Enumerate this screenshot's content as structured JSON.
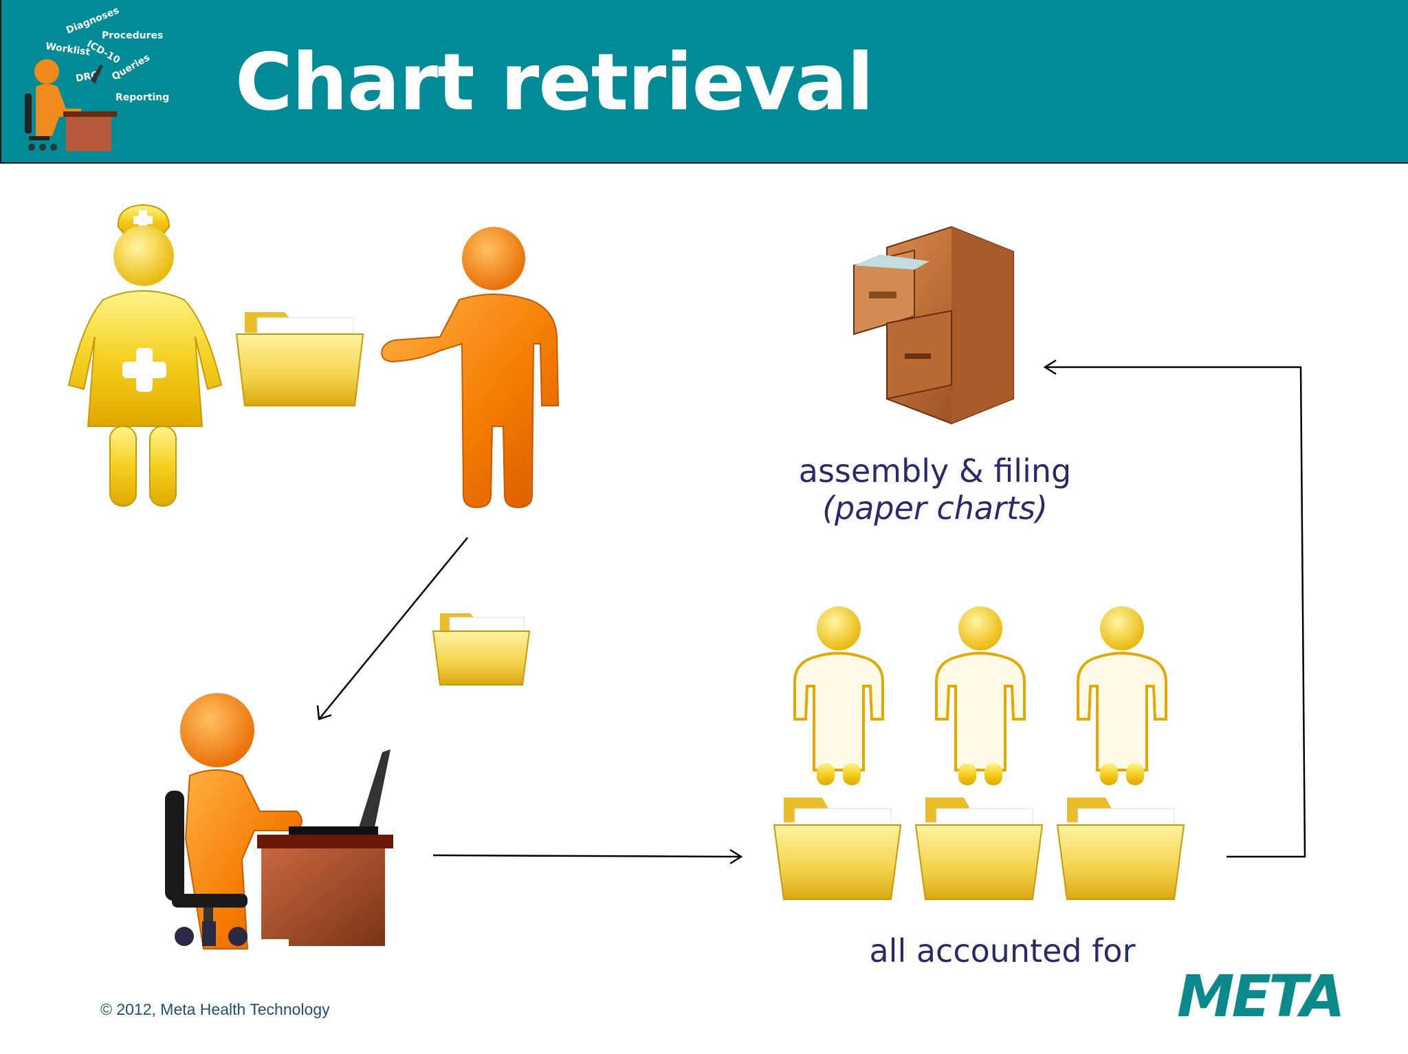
{
  "header": {
    "title": "Chart retrieval",
    "logo_words": [
      "Diagnoses",
      "Procedures",
      "Worklist",
      "ICD-10",
      "Queries",
      "DRG",
      "Reporting"
    ]
  },
  "captions": {
    "filing_line1": "assembly & filing",
    "filing_line2": "(paper charts)",
    "accounted": "all accounted for"
  },
  "footer": {
    "copyright": "© 2012, Meta Health Technology",
    "brand": "META"
  },
  "colors": {
    "header_bg": "#008c96",
    "caption_text": "#2a2a6a",
    "brand": "#0a8a8a"
  },
  "icons": [
    "nurse-icon",
    "folder-icon",
    "person-icon",
    "filing-cabinet-icon",
    "patient-icon",
    "worker-at-desk-icon",
    "arrow-icon"
  ]
}
